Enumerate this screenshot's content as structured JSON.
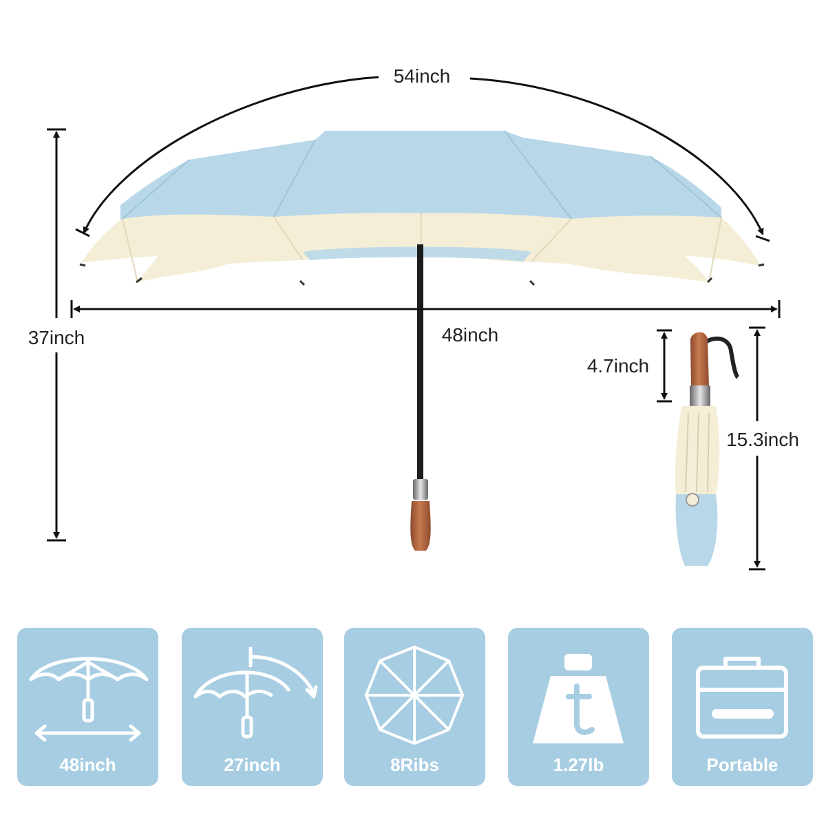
{
  "colors": {
    "canopy_blue": "#b8d8e9",
    "canopy_cream": "#f5eed7",
    "card_blue": "#a7cde2",
    "handle_wood": "#b86a45",
    "dimension_line": "#111111"
  },
  "dimensions": {
    "arc_span": "54inch",
    "height_open": "37inch",
    "width_open": "48inch",
    "handle_length": "4.7inch",
    "folded_length": "15.3inch"
  },
  "features": [
    {
      "icon": "open-umbrella-width-icon",
      "label": "48inch"
    },
    {
      "icon": "umbrella-radius-icon",
      "label": "27inch"
    },
    {
      "icon": "umbrella-ribs-icon",
      "label": "8Ribs"
    },
    {
      "icon": "weight-icon",
      "label": "1.27lb"
    },
    {
      "icon": "briefcase-icon",
      "label": "Portable"
    }
  ]
}
